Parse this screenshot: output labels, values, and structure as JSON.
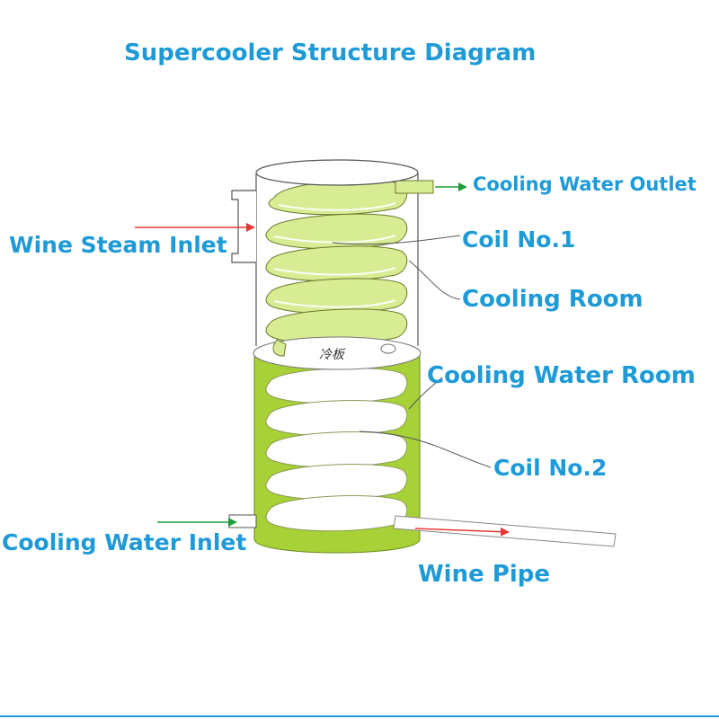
{
  "diagram": {
    "title": "Supercooler Structure Diagram",
    "plate_text": "冷板",
    "labels": {
      "wine_steam_inlet": "Wine Steam Inlet",
      "cooling_water_outlet": "Cooling Water Outlet",
      "coil_no1": "Coil No.1",
      "cooling_room": "Cooling Room",
      "cooling_water_room": "Cooling Water Room",
      "coil_no2": "Coil No.2",
      "cooling_water_inlet": "Cooling Water Inlet",
      "wine_pipe": "Wine Pipe"
    }
  },
  "colors": {
    "label_text": "#1e9bd7",
    "coil1_fill": "#d8ec93",
    "water_room_fill": "#a7d137",
    "coil2_fill": "#ffffff",
    "red_arrow": "#e53935",
    "green_arrow": "#1f9d3a"
  }
}
